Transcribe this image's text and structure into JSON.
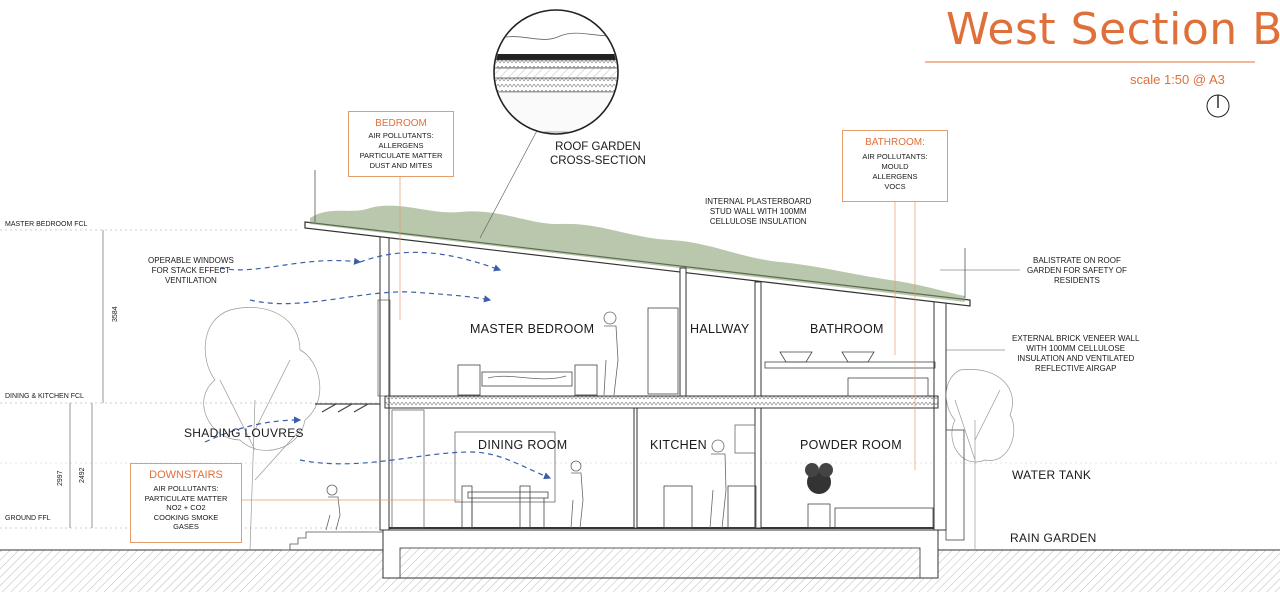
{
  "title": "West Section B",
  "scale": "scale 1:50 @ A3",
  "levels": {
    "master": "MASTER BEDROOM FCL",
    "dining": "DINING & KITCHEN FCL",
    "ground": "GROUND FFL"
  },
  "dimensions": {
    "upper": "3584",
    "lower_a": "2997",
    "lower_b": "2492"
  },
  "rooms": {
    "master_bedroom": "MASTER BEDROOM",
    "hallway": "HALLWAY",
    "bathroom": "BATHROOM",
    "dining_room": "DINING ROOM",
    "kitchen": "KITCHEN",
    "powder_room": "POWDER ROOM"
  },
  "callouts": {
    "roof_garden": [
      "ROOF GARDEN",
      "CROSS-SECTION"
    ],
    "operable_windows": [
      "OPERABLE WINDOWS",
      "FOR STACK EFFECT",
      "VENTILATION"
    ],
    "stud_wall": [
      "INTERNAL PLASTERBOARD",
      "STUD WALL WITH 100MM",
      "CELLULOSE INSULATION"
    ],
    "balustrade": [
      "BALISTRATE ON ROOF",
      "GARDEN FOR SAFETY OF",
      "RESIDENTS"
    ],
    "brick_veneer": [
      "EXTERNAL BRICK VENEER WALL",
      "WITH 100MM CELLULOSE",
      "INSULATION AND VENTILATED",
      "REFLECTIVE AIRGAP"
    ],
    "shading_louvres": "SHADING LOUVRES",
    "water_tank": "WATER TANK",
    "rain_garden": "RAIN GARDEN"
  },
  "pollutant_boxes": {
    "bedroom": {
      "heading": "BEDROOM",
      "lines": [
        "AIR POLLUTANTS:",
        "ALLERGENS",
        "PARTICULATE MATTER",
        "DUST AND MITES"
      ]
    },
    "bathroom": {
      "heading": "BATHROOM:",
      "lines": [
        "AIR POLLUTANTS:",
        "MOULD",
        "ALLERGENS",
        "VOCS"
      ]
    },
    "downstairs": {
      "heading": "DOWNSTAIRS",
      "lines": [
        "AIR POLLUTANTS:",
        "PARTICULATE MATTER",
        "NO2 + CO2",
        "COOKING SMOKE",
        "GASES"
      ]
    }
  },
  "colors": {
    "accent": "#e0703a",
    "box_border": "#e59c6c",
    "airflow": "#3b5fa8",
    "vegetation": "#7f9a6a",
    "line": "#333333"
  }
}
